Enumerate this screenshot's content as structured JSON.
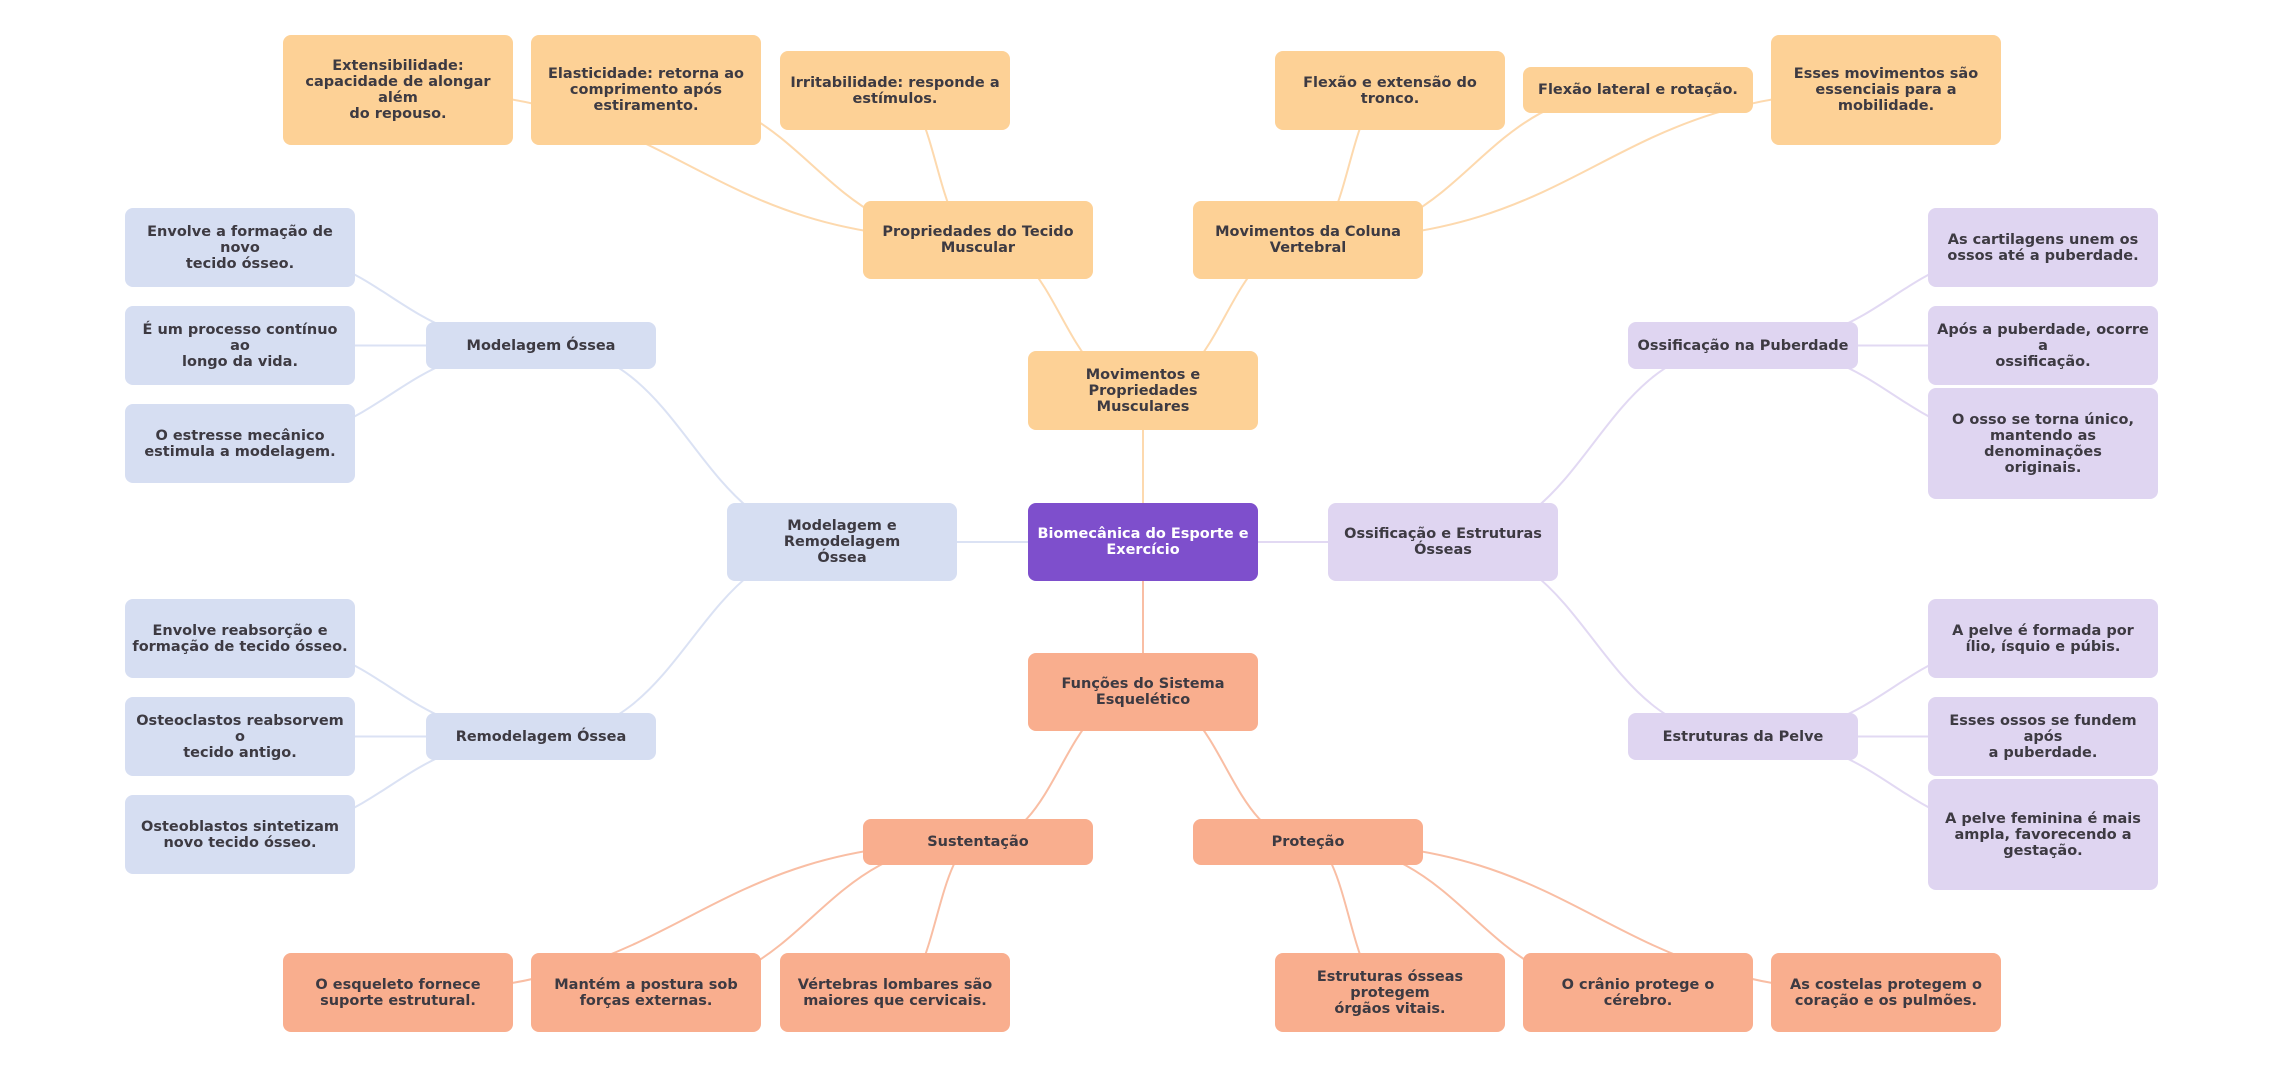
{
  "title": "Biomecânica do Esporte e Exercício",
  "colors": {
    "root": "#7e4fcc",
    "orange": "#fdd196",
    "blue": "#d6def2",
    "lilac": "#dfd5f1",
    "salmon": "#f9ae8e",
    "edge_orange": "#fdd9ae",
    "edge_blue": "#dbe2f4",
    "edge_lilac": "#e2d9f3",
    "edge_salmon": "#f9bea4",
    "text_dark": "#3d3a42",
    "text_light": "#ffffff"
  },
  "nodes": [
    {
      "id": "root",
      "text": "Biomecânica do Esporte e\nExercício",
      "color": "root"
    },
    {
      "id": "mov",
      "parent": "root",
      "text": "Movimentos e Propriedades\nMusculares",
      "color": "orange"
    },
    {
      "id": "prop",
      "parent": "mov",
      "text": "Propriedades do Tecido\nMuscular",
      "color": "orange"
    },
    {
      "id": "prop1",
      "parent": "prop",
      "text": "Extensibilidade:\ncapacidade de alongar além\ndo repouso.",
      "color": "orange"
    },
    {
      "id": "prop2",
      "parent": "prop",
      "text": "Elasticidade: retorna ao\ncomprimento após\nestiramento.",
      "color": "orange"
    },
    {
      "id": "prop3",
      "parent": "prop",
      "text": "Irritabilidade: responde a\nestímulos.",
      "color": "orange"
    },
    {
      "id": "col",
      "parent": "mov",
      "text": "Movimentos da Coluna\nVertebral",
      "color": "orange"
    },
    {
      "id": "col1",
      "parent": "col",
      "text": "Flexão e extensão do\ntronco.",
      "color": "orange"
    },
    {
      "id": "col2",
      "parent": "col",
      "text": "Flexão lateral e rotação.",
      "color": "orange"
    },
    {
      "id": "col3",
      "parent": "col",
      "text": "Esses movimentos são\nessenciais para a\nmobilidade.",
      "color": "orange"
    },
    {
      "id": "modrem",
      "parent": "root",
      "text": "Modelagem e Remodelagem\nÓssea",
      "color": "blue"
    },
    {
      "id": "mod",
      "parent": "modrem",
      "text": "Modelagem Óssea",
      "color": "blue"
    },
    {
      "id": "mod1",
      "parent": "mod",
      "text": "Envolve a formação de novo\ntecido ósseo.",
      "color": "blue"
    },
    {
      "id": "mod2",
      "parent": "mod",
      "text": "É um processo contínuo ao\nlongo da vida.",
      "color": "blue"
    },
    {
      "id": "mod3",
      "parent": "mod",
      "text": "O estresse mecânico\nestimula a modelagem.",
      "color": "blue"
    },
    {
      "id": "rem",
      "parent": "modrem",
      "text": "Remodelagem Óssea",
      "color": "blue"
    },
    {
      "id": "rem1",
      "parent": "rem",
      "text": "Envolve reabsorção e\nformação de tecido ósseo.",
      "color": "blue"
    },
    {
      "id": "rem2",
      "parent": "rem",
      "text": "Osteoclastos reabsorvem o\ntecido antigo.",
      "color": "blue"
    },
    {
      "id": "rem3",
      "parent": "rem",
      "text": "Osteoblastos sintetizam\nnovo tecido ósseo.",
      "color": "blue"
    },
    {
      "id": "oss",
      "parent": "root",
      "text": "Ossificação e Estruturas\nÓsseas",
      "color": "lilac"
    },
    {
      "id": "pub",
      "parent": "oss",
      "text": "Ossificação na Puberdade",
      "color": "lilac"
    },
    {
      "id": "pub1",
      "parent": "pub",
      "text": "As cartilagens unem os\nossos até a puberdade.",
      "color": "lilac"
    },
    {
      "id": "pub2",
      "parent": "pub",
      "text": "Após a puberdade, ocorre a\nossificação.",
      "color": "lilac"
    },
    {
      "id": "pub3",
      "parent": "pub",
      "text": "O osso se torna único,\nmantendo as denominações\noriginais.",
      "color": "lilac"
    },
    {
      "id": "pel",
      "parent": "oss",
      "text": "Estruturas da Pelve",
      "color": "lilac"
    },
    {
      "id": "pel1",
      "parent": "pel",
      "text": "A pelve é formada por\nílio, ísquio e púbis.",
      "color": "lilac"
    },
    {
      "id": "pel2",
      "parent": "pel",
      "text": "Esses ossos se fundem após\na puberdade.",
      "color": "lilac"
    },
    {
      "id": "pel3",
      "parent": "pel",
      "text": "A pelve feminina é mais\nampla, favorecendo a\ngestação.",
      "color": "lilac"
    },
    {
      "id": "fun",
      "parent": "root",
      "text": "Funções do Sistema\nEsquelético",
      "color": "salmon"
    },
    {
      "id": "sus",
      "parent": "fun",
      "text": "Sustentação",
      "color": "salmon"
    },
    {
      "id": "sus1",
      "parent": "sus",
      "text": "O esqueleto fornece\nsuporte estrutural.",
      "color": "salmon"
    },
    {
      "id": "sus2",
      "parent": "sus",
      "text": "Mantém a postura sob\nforças externas.",
      "color": "salmon"
    },
    {
      "id": "sus3",
      "parent": "sus",
      "text": "Vértebras lombares são\nmaiores que cervicais.",
      "color": "salmon"
    },
    {
      "id": "pro",
      "parent": "fun",
      "text": "Proteção",
      "color": "salmon"
    },
    {
      "id": "pro1",
      "parent": "pro",
      "text": "Estruturas ósseas protegem\nórgãos vitais.",
      "color": "salmon"
    },
    {
      "id": "pro2",
      "parent": "pro",
      "text": "O crânio protege o\ncérebro.",
      "color": "salmon"
    },
    {
      "id": "pro3",
      "parent": "pro",
      "text": "As costelas protegem o\ncoração e os pulmões.",
      "color": "salmon"
    }
  ]
}
